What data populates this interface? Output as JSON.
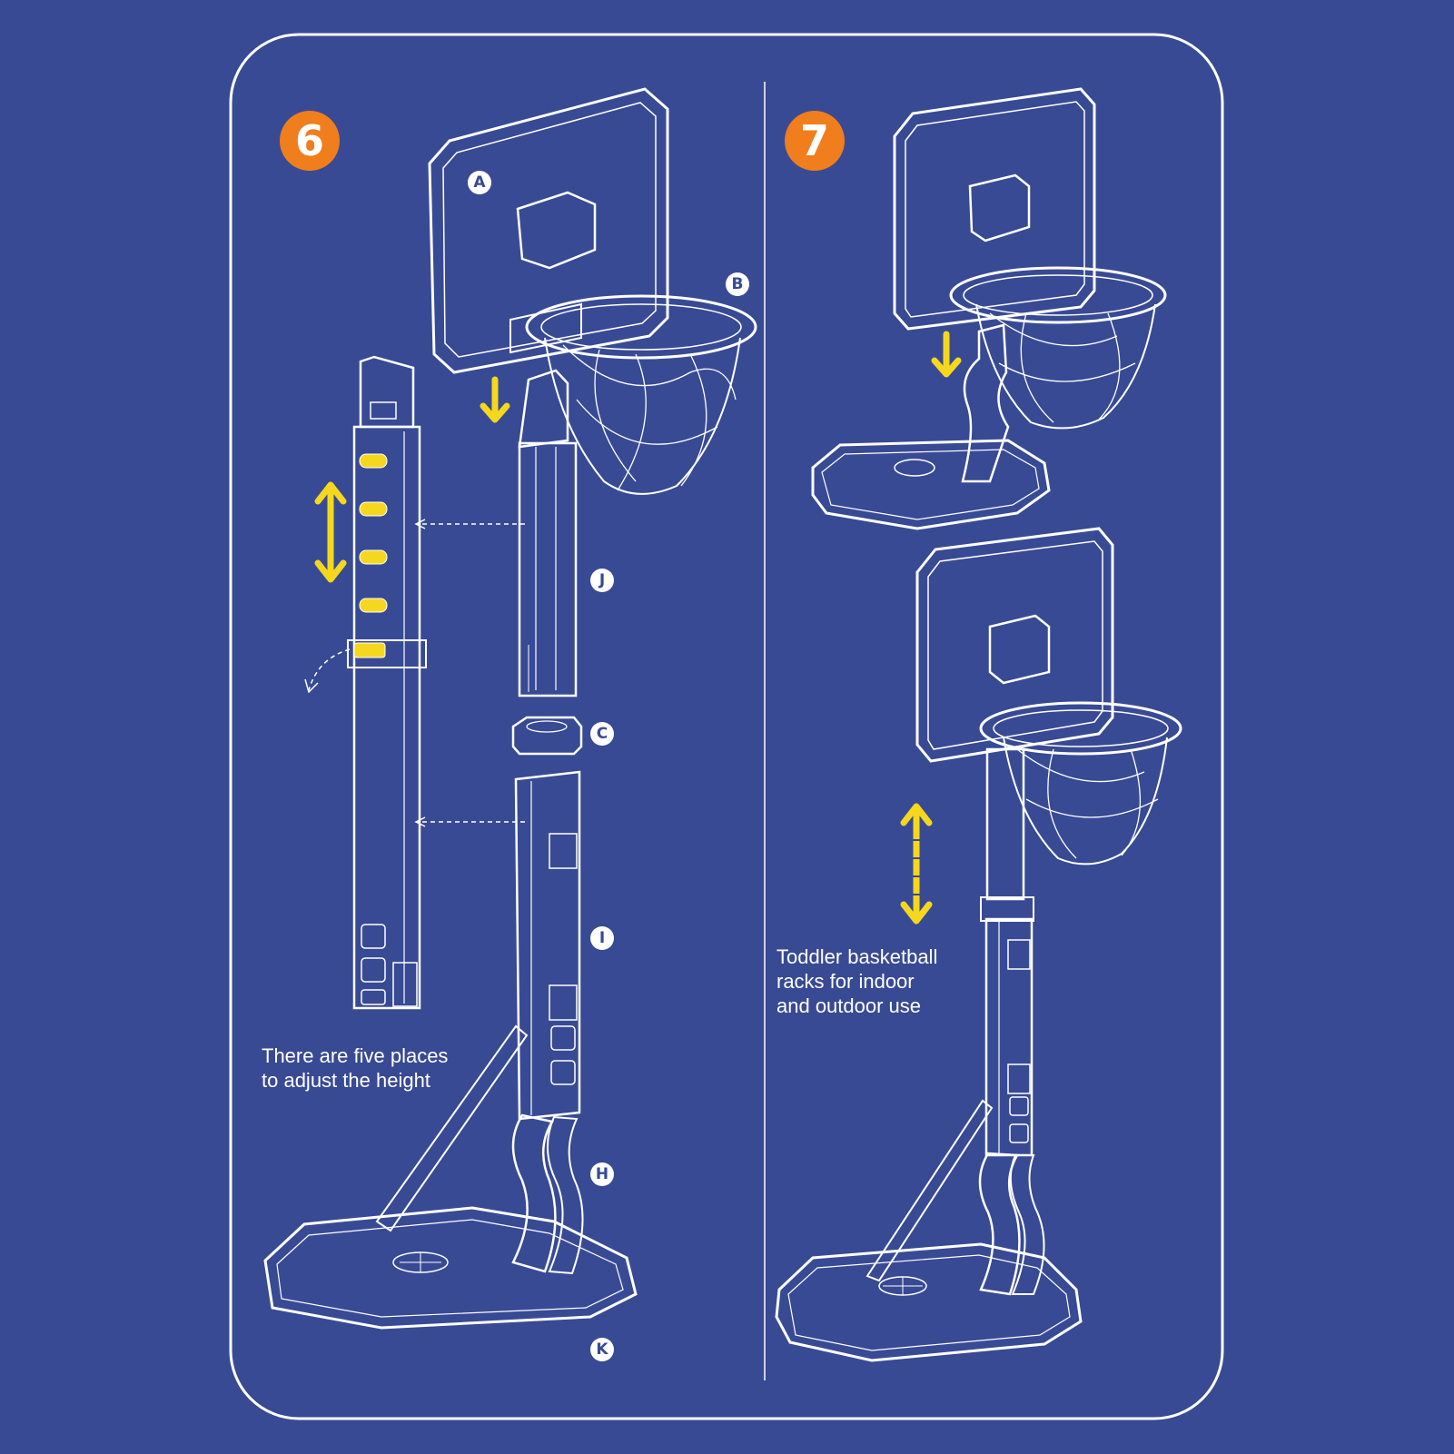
{
  "steps": [
    {
      "number": "6",
      "caption": "There are five places\nto adjust the height"
    },
    {
      "number": "7",
      "caption": "Toddler basketball\nracks for indoor\nand outdoor use"
    }
  ],
  "part_labels": [
    "A",
    "B",
    "J",
    "C",
    "I",
    "H",
    "K"
  ],
  "colors": {
    "background": "#394a94",
    "line": "#ffffff",
    "accent": "#f5d81e",
    "badge": "#f07e1c"
  }
}
